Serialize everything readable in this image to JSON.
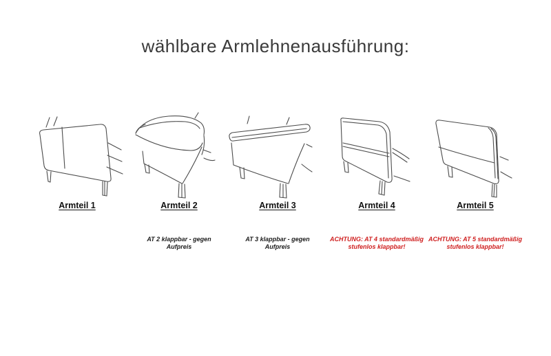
{
  "title": "wählbare Armlehnenausführung:",
  "colors": {
    "background": "#ffffff",
    "sketch_line": "#4b4b4b",
    "label_text": "#111111",
    "note_text": "#1c1c1c",
    "warning_text": "#cf1f1f"
  },
  "options": [
    {
      "label": "Armteil 1",
      "figure": "sofa-armrest-sketch-boxy-straight-arm",
      "note_line1": "",
      "note_line2": "",
      "note_style": "none"
    },
    {
      "label": "Armteil 2",
      "figure": "sofa-armrest-sketch-rolled-scroll-arm",
      "note_line1": "AT 2 klappbar - gegen",
      "note_line2": "Aufpreis",
      "note_style": "standard"
    },
    {
      "label": "Armteil 3",
      "figure": "sofa-armrest-sketch-flat-board-arm",
      "note_line1": "AT 3 klappbar - gegen",
      "note_line2": "Aufpreis",
      "note_style": "standard"
    },
    {
      "label": "Armteil 4",
      "figure": "sofa-armrest-sketch-high-rounded-panel-arm",
      "note_line1": "ACHTUNG: AT 4 standardmäßig",
      "note_line2": "stufenlos klappbar!",
      "note_style": "warning"
    },
    {
      "label": "Armteil 5",
      "figure": "sofa-armrest-sketch-high-straight-panel-arm",
      "note_line1": "ACHTUNG: AT 5 standardmäßig",
      "note_line2": "stufenlos klappbar!",
      "note_style": "warning"
    }
  ]
}
